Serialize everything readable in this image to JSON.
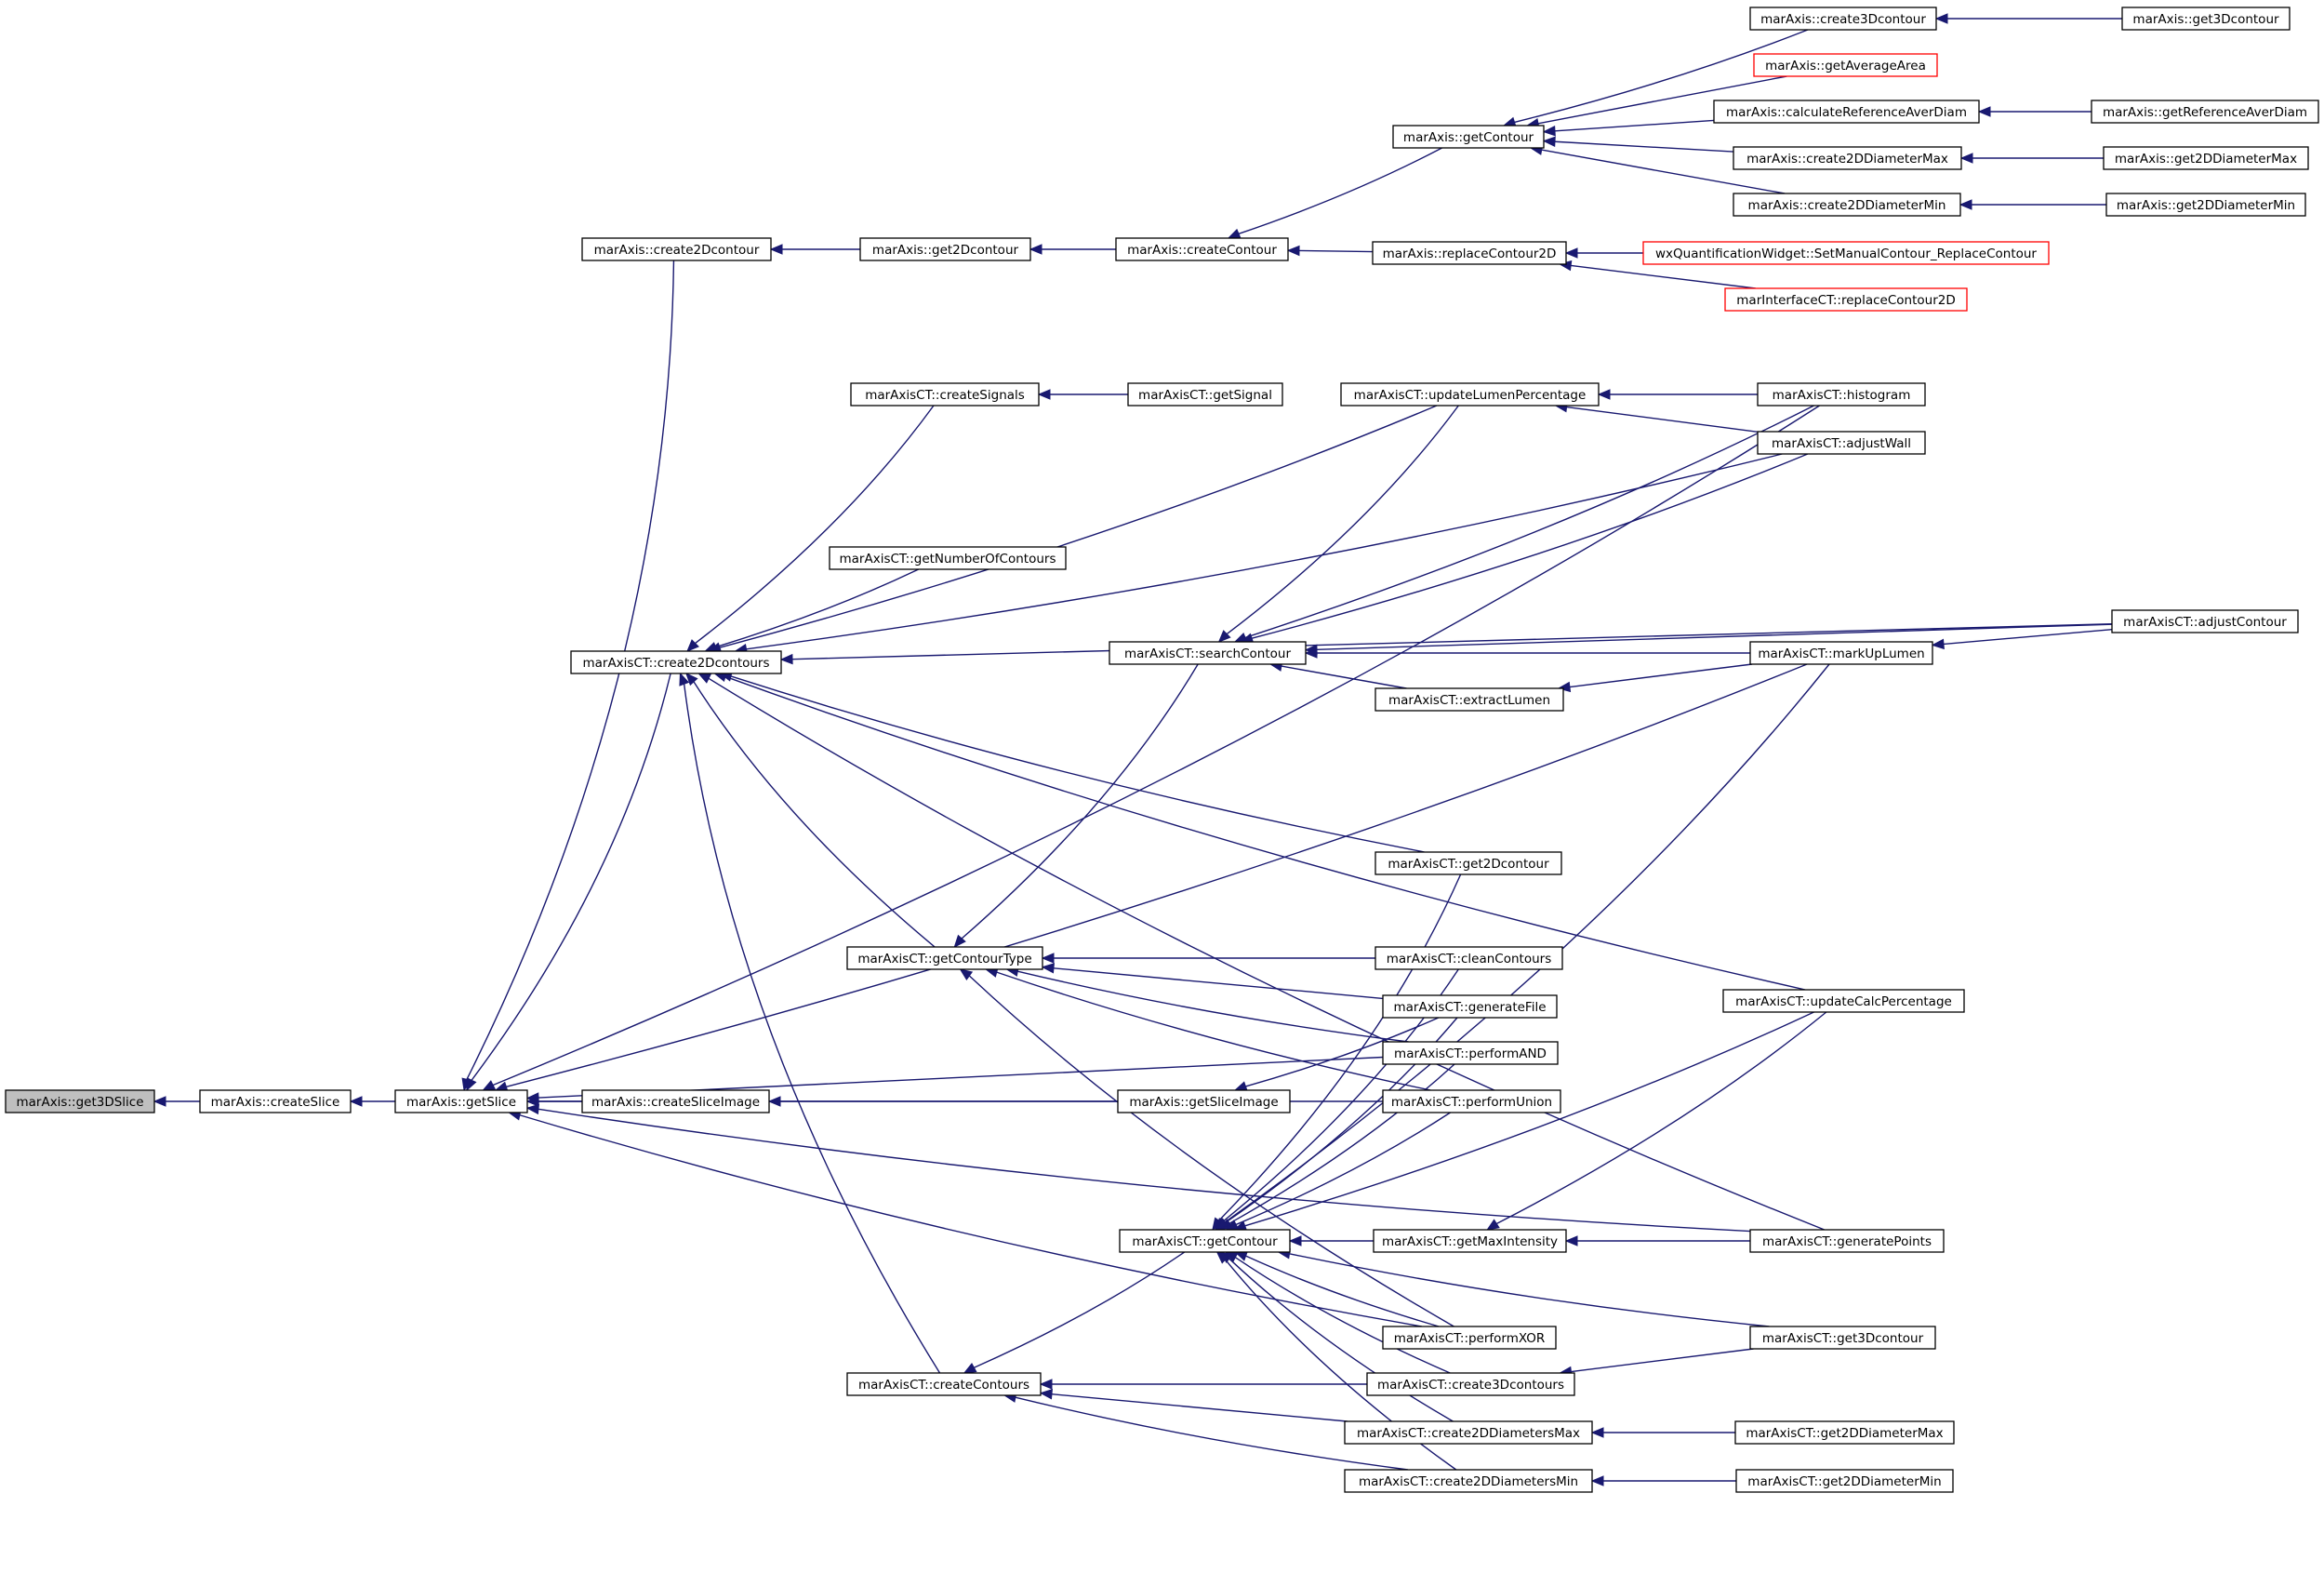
{
  "graph": {
    "colors": {
      "edge": "#191970",
      "node_border": "#000000",
      "truncated_border": "#ff0000",
      "root_fill": "#bfbfbf",
      "background": "#ffffff"
    },
    "nodes": [
      {
        "id": "n_get3DSlice",
        "label": "marAxis::get3DSlice",
        "root": true
      },
      {
        "id": "n_createSlice",
        "label": "marAxis::createSlice"
      },
      {
        "id": "n_getSlice",
        "label": "marAxis::getSlice"
      },
      {
        "id": "n_create2Dcontour",
        "label": "marAxis::create2Dcontour"
      },
      {
        "id": "n_get2Dcontour",
        "label": "marAxis::get2Dcontour"
      },
      {
        "id": "n_createContour",
        "label": "marAxis::createContour"
      },
      {
        "id": "n_getContour",
        "label": "marAxis::getContour"
      },
      {
        "id": "n_create3Dcontour",
        "label": "marAxis::create3Dcontour"
      },
      {
        "id": "n_get3Dcontour",
        "label": "marAxis::get3Dcontour"
      },
      {
        "id": "n_getAverageArea",
        "label": "marAxis::getAverageArea",
        "truncated": true
      },
      {
        "id": "n_calcRefAverDiam",
        "label": "marAxis::calculateReferenceAverDiam"
      },
      {
        "id": "n_getRefAverDiam",
        "label": "marAxis::getReferenceAverDiam"
      },
      {
        "id": "n_create2DDiameterMax",
        "label": "marAxis::create2DDiameterMax"
      },
      {
        "id": "n_get2DDiameterMax",
        "label": "marAxis::get2DDiameterMax"
      },
      {
        "id": "n_create2DDiameterMin",
        "label": "marAxis::create2DDiameterMin"
      },
      {
        "id": "n_get2DDiameterMin",
        "label": "marAxis::get2DDiameterMin"
      },
      {
        "id": "n_replaceContour2D",
        "label": "marAxis::replaceContour2D"
      },
      {
        "id": "n_wxQuant",
        "label": "wxQuantificationWidget::SetManualContour_ReplaceContour",
        "truncated": true
      },
      {
        "id": "n_marInterfaceCT",
        "label": "marInterfaceCT::replaceContour2D",
        "truncated": true
      },
      {
        "id": "n_createSignals",
        "label": "marAxisCT::createSignals"
      },
      {
        "id": "n_getSignal",
        "label": "marAxisCT::getSignal"
      },
      {
        "id": "n_updateLumen",
        "label": "marAxisCT::updateLumenPercentage"
      },
      {
        "id": "n_histogram",
        "label": "marAxisCT::histogram"
      },
      {
        "id": "n_adjustWall",
        "label": "marAxisCT::adjustWall"
      },
      {
        "id": "n_getNumberOfContours",
        "label": "marAxisCT::getNumberOfContours"
      },
      {
        "id": "n_create2Dcontours",
        "label": "marAxisCT::create2Dcontours"
      },
      {
        "id": "n_searchContour",
        "label": "marAxisCT::searchContour"
      },
      {
        "id": "n_extractLumen",
        "label": "marAxisCT::extractLumen"
      },
      {
        "id": "n_markUpLumen",
        "label": "marAxisCT::markUpLumen"
      },
      {
        "id": "n_adjustContour",
        "label": "marAxisCT::adjustContour"
      },
      {
        "id": "n_ct_get2Dcontour",
        "label": "marAxisCT::get2Dcontour"
      },
      {
        "id": "n_getContourType",
        "label": "marAxisCT::getContourType"
      },
      {
        "id": "n_cleanContours",
        "label": "marAxisCT::cleanContours"
      },
      {
        "id": "n_generateFile",
        "label": "marAxisCT::generateFile"
      },
      {
        "id": "n_updateCalc",
        "label": "marAxisCT::updateCalcPercentage"
      },
      {
        "id": "n_performAND",
        "label": "marAxisCT::performAND"
      },
      {
        "id": "n_createSliceImage",
        "label": "marAxis::createSliceImage"
      },
      {
        "id": "n_getSliceImage",
        "label": "marAxis::getSliceImage"
      },
      {
        "id": "n_performUnion",
        "label": "marAxisCT::performUnion"
      },
      {
        "id": "n_ct_getContour",
        "label": "marAxisCT::getContour"
      },
      {
        "id": "n_getMaxIntensity",
        "label": "marAxisCT::getMaxIntensity"
      },
      {
        "id": "n_generatePoints",
        "label": "marAxisCT::generatePoints"
      },
      {
        "id": "n_performXOR",
        "label": "marAxisCT::performXOR"
      },
      {
        "id": "n_ct_get3Dcontour",
        "label": "marAxisCT::get3Dcontour"
      },
      {
        "id": "n_createContours",
        "label": "marAxisCT::createContours"
      },
      {
        "id": "n_create3Dcontours",
        "label": "marAxisCT::create3Dcontours"
      },
      {
        "id": "n_create2DDiametersMax",
        "label": "marAxisCT::create2DDiametersMax"
      },
      {
        "id": "n_ct_get2DDiameterMax",
        "label": "marAxisCT::get2DDiameterMax"
      },
      {
        "id": "n_create2DDiametersMin",
        "label": "marAxisCT::create2DDiametersMin"
      },
      {
        "id": "n_ct_get2DDiameterMin",
        "label": "marAxisCT::get2DDiameterMin"
      }
    ],
    "edges": [
      [
        "n_get3DSlice",
        "n_createSlice"
      ],
      [
        "n_createSlice",
        "n_getSlice"
      ],
      [
        "n_getSlice",
        "n_create2Dcontour"
      ],
      [
        "n_getSlice",
        "n_create2Dcontours"
      ],
      [
        "n_getSlice",
        "n_createSliceImage"
      ],
      [
        "n_getSlice",
        "n_histogram"
      ],
      [
        "n_getSlice",
        "n_markUpLumen"
      ],
      [
        "n_getSlice",
        "n_performAND"
      ],
      [
        "n_getSlice",
        "n_performUnion"
      ],
      [
        "n_getSlice",
        "n_performXOR"
      ],
      [
        "n_getSlice",
        "n_generatePoints"
      ],
      [
        "n_create2Dcontour",
        "n_get2Dcontour"
      ],
      [
        "n_get2Dcontour",
        "n_createContour"
      ],
      [
        "n_createContour",
        "n_getContour"
      ],
      [
        "n_createContour",
        "n_replaceContour2D"
      ],
      [
        "n_getContour",
        "n_create3Dcontour"
      ],
      [
        "n_getContour",
        "n_getAverageArea"
      ],
      [
        "n_getContour",
        "n_calcRefAverDiam"
      ],
      [
        "n_getContour",
        "n_create2DDiameterMax"
      ],
      [
        "n_getContour",
        "n_create2DDiameterMin"
      ],
      [
        "n_create3Dcontour",
        "n_get3Dcontour"
      ],
      [
        "n_calcRefAverDiam",
        "n_getRefAverDiam"
      ],
      [
        "n_create2DDiameterMax",
        "n_get2DDiameterMax"
      ],
      [
        "n_create2DDiameterMin",
        "n_get2DDiameterMin"
      ],
      [
        "n_replaceContour2D",
        "n_wxQuant"
      ],
      [
        "n_replaceContour2D",
        "n_marInterfaceCT"
      ],
      [
        "n_create2Dcontours",
        "n_createSignals"
      ],
      [
        "n_create2Dcontours",
        "n_updateLumen"
      ],
      [
        "n_create2Dcontours",
        "n_adjustWall"
      ],
      [
        "n_create2Dcontours",
        "n_getNumberOfContours"
      ],
      [
        "n_create2Dcontours",
        "n_adjustContour"
      ],
      [
        "n_create2Dcontours",
        "n_ct_get2Dcontour"
      ],
      [
        "n_create2Dcontours",
        "n_getContourType"
      ],
      [
        "n_create2Dcontours",
        "n_createContours"
      ],
      [
        "n_create2Dcontours",
        "n_updateCalc"
      ],
      [
        "n_create2Dcontours",
        "n_generatePoints"
      ],
      [
        "n_createSignals",
        "n_getSignal"
      ],
      [
        "n_updateLumen",
        "n_histogram"
      ],
      [
        "n_updateLumen",
        "n_adjustWall"
      ],
      [
        "n_searchContour",
        "n_updateLumen"
      ],
      [
        "n_searchContour",
        "n_histogram"
      ],
      [
        "n_searchContour",
        "n_adjustWall"
      ],
      [
        "n_searchContour",
        "n_adjustContour"
      ],
      [
        "n_searchContour",
        "n_extractLumen"
      ],
      [
        "n_searchContour",
        "n_markUpLumen"
      ],
      [
        "n_extractLumen",
        "n_markUpLumen"
      ],
      [
        "n_markUpLumen",
        "n_adjustContour"
      ],
      [
        "n_getContourType",
        "n_searchContour"
      ],
      [
        "n_getContourType",
        "n_cleanContours"
      ],
      [
        "n_getContourType",
        "n_generateFile"
      ],
      [
        "n_getContourType",
        "n_performAND"
      ],
      [
        "n_getContourType",
        "n_performUnion"
      ],
      [
        "n_getContourType",
        "n_performXOR"
      ],
      [
        "n_createSliceImage",
        "n_getSliceImage"
      ],
      [
        "n_getSliceImage",
        "n_generateFile"
      ],
      [
        "n_createContours",
        "n_ct_getContour"
      ],
      [
        "n_createContours",
        "n_create3Dcontours"
      ],
      [
        "n_createContours",
        "n_create2DDiametersMax"
      ],
      [
        "n_createContours",
        "n_create2DDiametersMin"
      ],
      [
        "n_ct_getContour",
        "n_ct_get2Dcontour"
      ],
      [
        "n_ct_getContour",
        "n_cleanContours"
      ],
      [
        "n_ct_getContour",
        "n_generateFile"
      ],
      [
        "n_ct_getContour",
        "n_performAND"
      ],
      [
        "n_ct_getContour",
        "n_performUnion"
      ],
      [
        "n_ct_getContour",
        "n_markUpLumen"
      ],
      [
        "n_ct_getContour",
        "n_updateCalc"
      ],
      [
        "n_ct_getContour",
        "n_getMaxIntensity"
      ],
      [
        "n_ct_getContour",
        "n_performXOR"
      ],
      [
        "n_ct_getContour",
        "n_ct_get3Dcontour"
      ],
      [
        "n_ct_getContour",
        "n_create3Dcontours"
      ],
      [
        "n_ct_getContour",
        "n_create2DDiametersMax"
      ],
      [
        "n_ct_getContour",
        "n_create2DDiametersMin"
      ],
      [
        "n_getMaxIntensity",
        "n_updateCalc"
      ],
      [
        "n_getMaxIntensity",
        "n_generatePoints"
      ],
      [
        "n_create3Dcontours",
        "n_ct_get3Dcontour"
      ],
      [
        "n_create2DDiametersMax",
        "n_ct_get2DDiameterMax"
      ],
      [
        "n_create2DDiametersMin",
        "n_ct_get2DDiameterMin"
      ]
    ]
  }
}
